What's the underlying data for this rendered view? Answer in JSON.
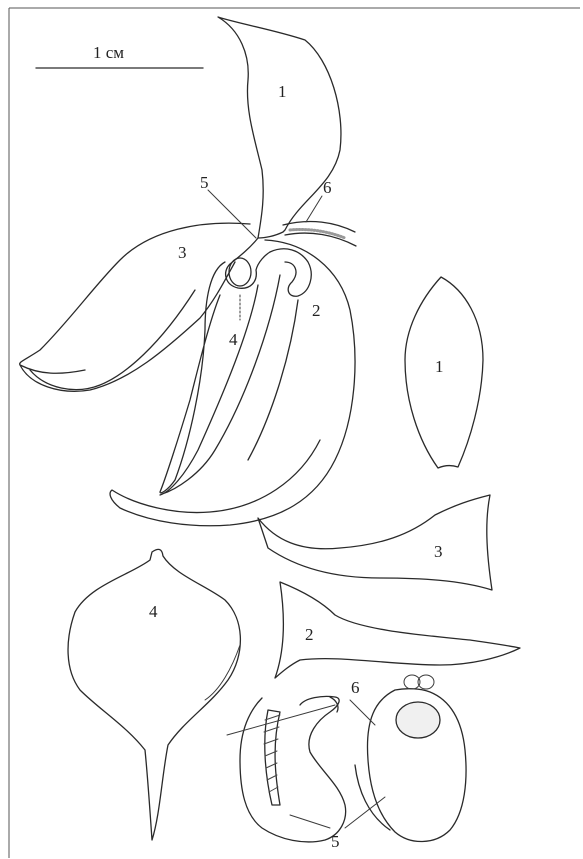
{
  "scale_bar": {
    "label": "1 см"
  },
  "labels": {
    "main_dorsal_sepal": "1",
    "main_petal": "2",
    "main_lateral_sepal": "3",
    "main_lip": "4",
    "main_column": "5",
    "main_ovary": "6",
    "detail_dorsal_sepal": "1",
    "detail_lateral_sepal": "3",
    "detail_petal": "2",
    "detail_lip": "4",
    "detail_column_6": "6",
    "detail_column_5": "5"
  },
  "colors": {
    "ink": "#2a2a2a",
    "hatch": "#444444",
    "stipple": "#999999"
  }
}
